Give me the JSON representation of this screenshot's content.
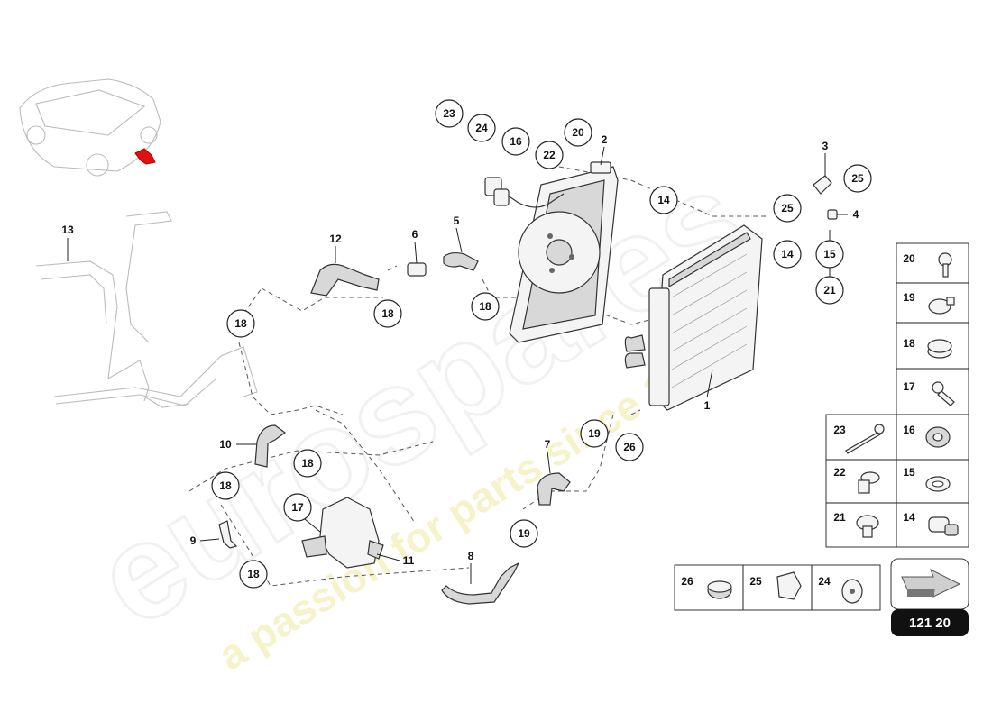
{
  "watermark": {
    "brand": "eurospares",
    "tagline": "a passion for parts since 1985"
  },
  "callouts": {
    "c23_top": "23",
    "c24_top": "24",
    "c16_top": "16",
    "c22_top": "22",
    "c20_top": "20",
    "c14_fan": "14",
    "c25_a": "25",
    "c25_b": "25",
    "c14_b": "14",
    "c15": "15",
    "c21": "21",
    "c18_a": "18",
    "c18_b": "18",
    "c18_c": "18",
    "c18_d": "18",
    "c18_e": "18",
    "c18_f": "18",
    "c17": "17",
    "c19_a": "19",
    "c19_b": "19",
    "c26": "26"
  },
  "labels": {
    "l1": "1",
    "l2": "2",
    "l3": "3",
    "l4": "4",
    "l5": "5",
    "l6": "6",
    "l7": "7",
    "l8": "8",
    "l9": "9",
    "l10": "10",
    "l11": "11",
    "l12": "12",
    "l13": "13"
  },
  "legend_grid": {
    "r1": "20",
    "r2": "19",
    "r3": "18",
    "r4": "17",
    "r5_left": "23",
    "r5_right": "16",
    "r6_left": "22",
    "r6_right": "15",
    "r7_left": "21",
    "r7_right": "14"
  },
  "bottom_legend": {
    "b1": "26",
    "b2": "25",
    "b3": "24"
  },
  "page_badge": "121 20"
}
